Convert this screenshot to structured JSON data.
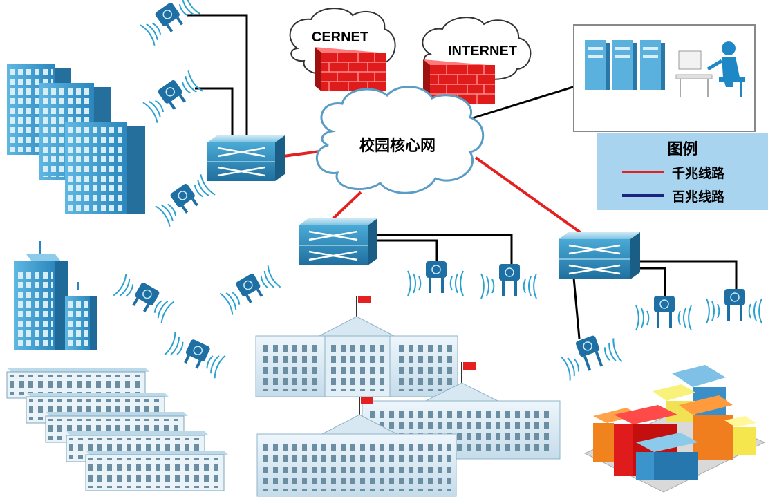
{
  "diagram": {
    "core_label": "校园核心网",
    "uplinks": [
      {
        "label": "CERNET"
      },
      {
        "label": "INTERNET"
      }
    ],
    "legend": {
      "title": "图例",
      "items": [
        {
          "label": "千兆线路",
          "color": "#e52020"
        },
        {
          "label": "百兆线路",
          "color": "#1a237e"
        }
      ]
    },
    "colors": {
      "gigabit": "#e52020",
      "fastethernet": "#1a237e",
      "ap_lines": "#000000",
      "firewall": "#e01b1b",
      "switch": "#2d8fbd",
      "building_blue": "#3a9bd0",
      "legend_bg": "#a8d4f0"
    }
  }
}
